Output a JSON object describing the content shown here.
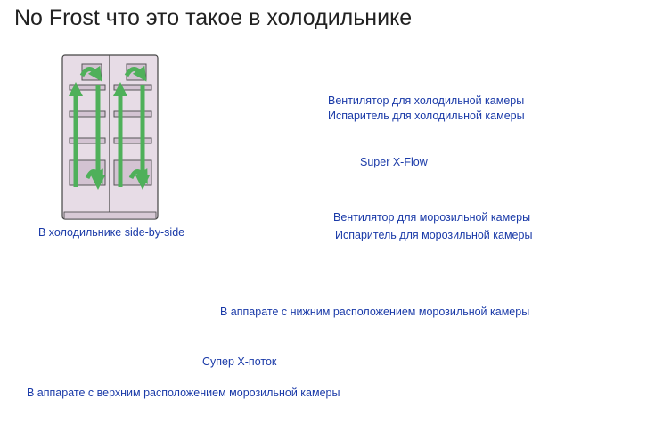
{
  "page": {
    "title": "No Frost что это такое в холодильнике"
  },
  "diagram": {
    "side_by_side_caption": "В холодильнике side-by-side",
    "top_freezer_caption": "В аппарате с верхним расположением морозильной камеры",
    "bottom_freezer_caption": "В аппарате с нижним расположением морозильной камеры",
    "labels": {
      "fridge_fan": "Вентилятор для холодильной камеры",
      "fridge_evaporator": "Испаритель для холодильной камеры",
      "super_xflow": "Super X-Flow",
      "freezer_fan": "Вентилятор для морозильной камеры",
      "freezer_evaporator": "Испаритель для морозильной камеры",
      "super_x_potok": "Супер Х-поток"
    },
    "colors": {
      "caption": "#1a3aa8",
      "arrow": "#4fb05a",
      "body": "#e7dce6",
      "outline": "#444444"
    }
  }
}
